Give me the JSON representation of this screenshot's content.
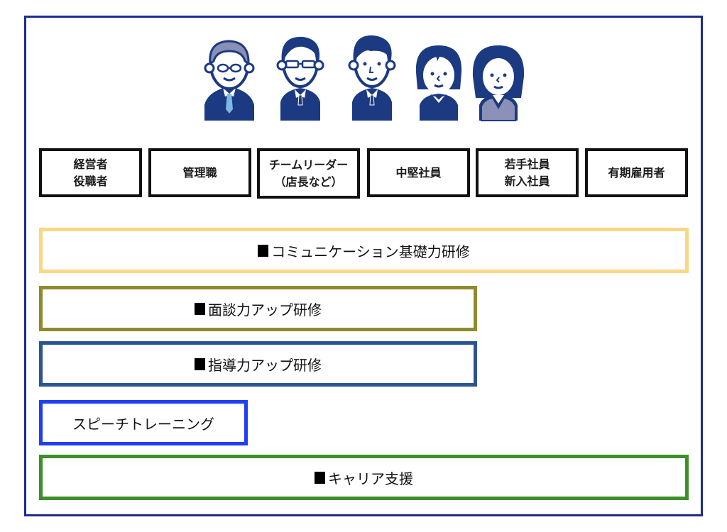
{
  "frame": {
    "border_color": "#1c2c8c"
  },
  "avatars": [
    {
      "name": "executive",
      "hair": "gray",
      "glasses": true,
      "tie_color": "light-blue"
    },
    {
      "name": "manager",
      "hair": "navy",
      "glasses": true,
      "tie_color": "navy"
    },
    {
      "name": "team-leader",
      "hair": "navy",
      "glasses": false,
      "tie_color": "navy"
    },
    {
      "name": "mid-level-woman",
      "hair": "navy",
      "glasses": false,
      "collar": "white"
    },
    {
      "name": "young-woman",
      "hair": "navy",
      "glasses": false,
      "vest": "gray"
    }
  ],
  "roles": [
    {
      "label": "経営者\n役職者"
    },
    {
      "label": "管理職"
    },
    {
      "label": "チームリーダー\n（店長など）"
    },
    {
      "label": "中堅社員"
    },
    {
      "label": "若手社員\n新入社員"
    },
    {
      "label": "有期雇用者"
    }
  ],
  "programs": [
    {
      "label": "コミュニケーション基礎力研修",
      "marker": true,
      "color": "#f9d785",
      "span": "全職層"
    },
    {
      "label": "面談力アップ研修",
      "marker": true,
      "color": "#8f8a2c",
      "span": "経営者〜中堅社員"
    },
    {
      "label": "指導力アップ研修",
      "marker": true,
      "color": "#2a5591",
      "span": "経営者〜中堅社員"
    },
    {
      "label": "スピーチトレーニング",
      "marker": false,
      "color": "#1f3ef5",
      "span": "経営者〜管理職"
    },
    {
      "label": "キャリア支援",
      "marker": true,
      "color": "#3e8f2a",
      "span": "全職層"
    }
  ]
}
